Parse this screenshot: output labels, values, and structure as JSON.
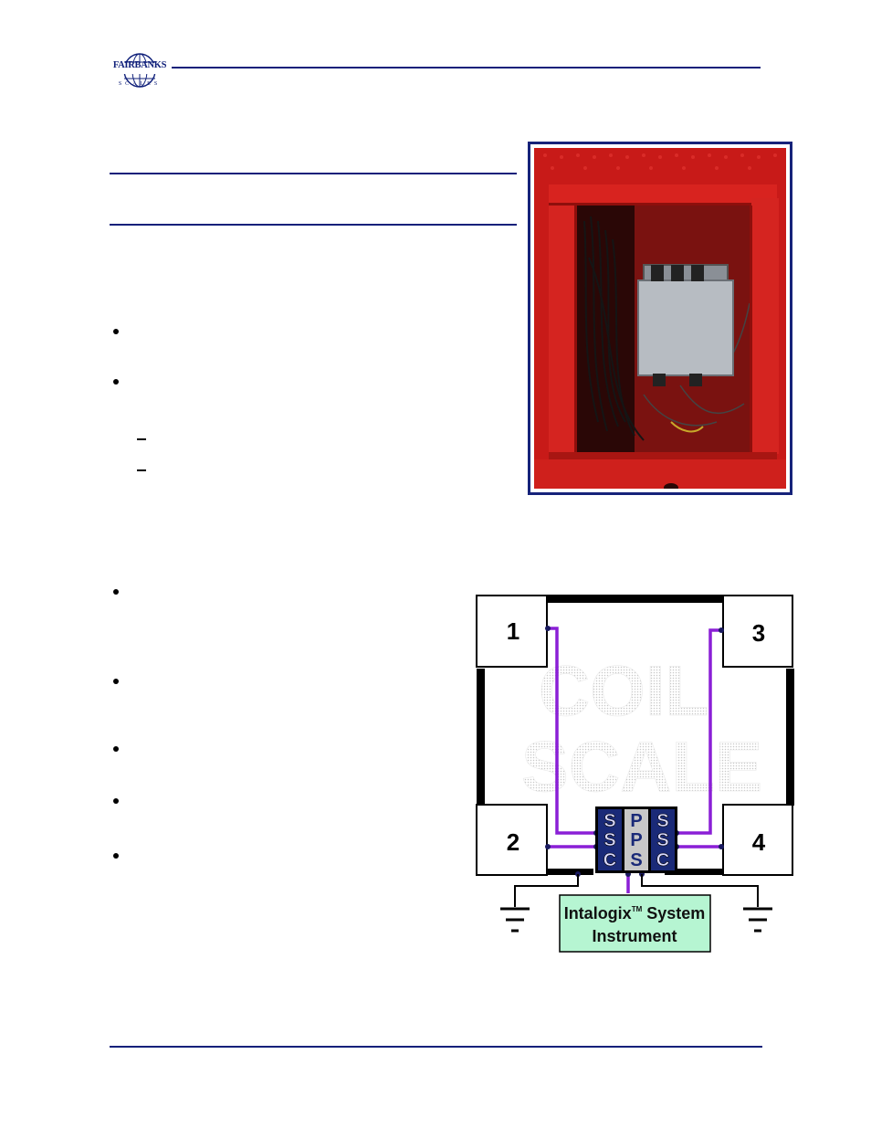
{
  "header": {
    "logo_name": "FAIRBANKS",
    "logo_tagline": "SCALES"
  },
  "colors": {
    "rule_blue": "#10207a",
    "wire_purple": "#8a1fd6",
    "instrument_fill": "#b6f5d2",
    "box_navy": "#1a2a78",
    "box_gray": "#c8c8c8"
  },
  "photo": {
    "description_icon": "junction-box-photo"
  },
  "diagram": {
    "load_cells": [
      "1",
      "2",
      "3",
      "4"
    ],
    "watermark_line1": "COIL",
    "watermark_line2": "SCALE",
    "sscl_letters": [
      "S",
      "S",
      "C"
    ],
    "ppss_letters": [
      "P",
      "P",
      "S"
    ],
    "sscr_letters": [
      "S",
      "S",
      "C"
    ],
    "instrument_line1": "Intalogix",
    "instrument_tm": "TM",
    "instrument_line1_suffix": " System",
    "instrument_line2": "Instrument"
  }
}
